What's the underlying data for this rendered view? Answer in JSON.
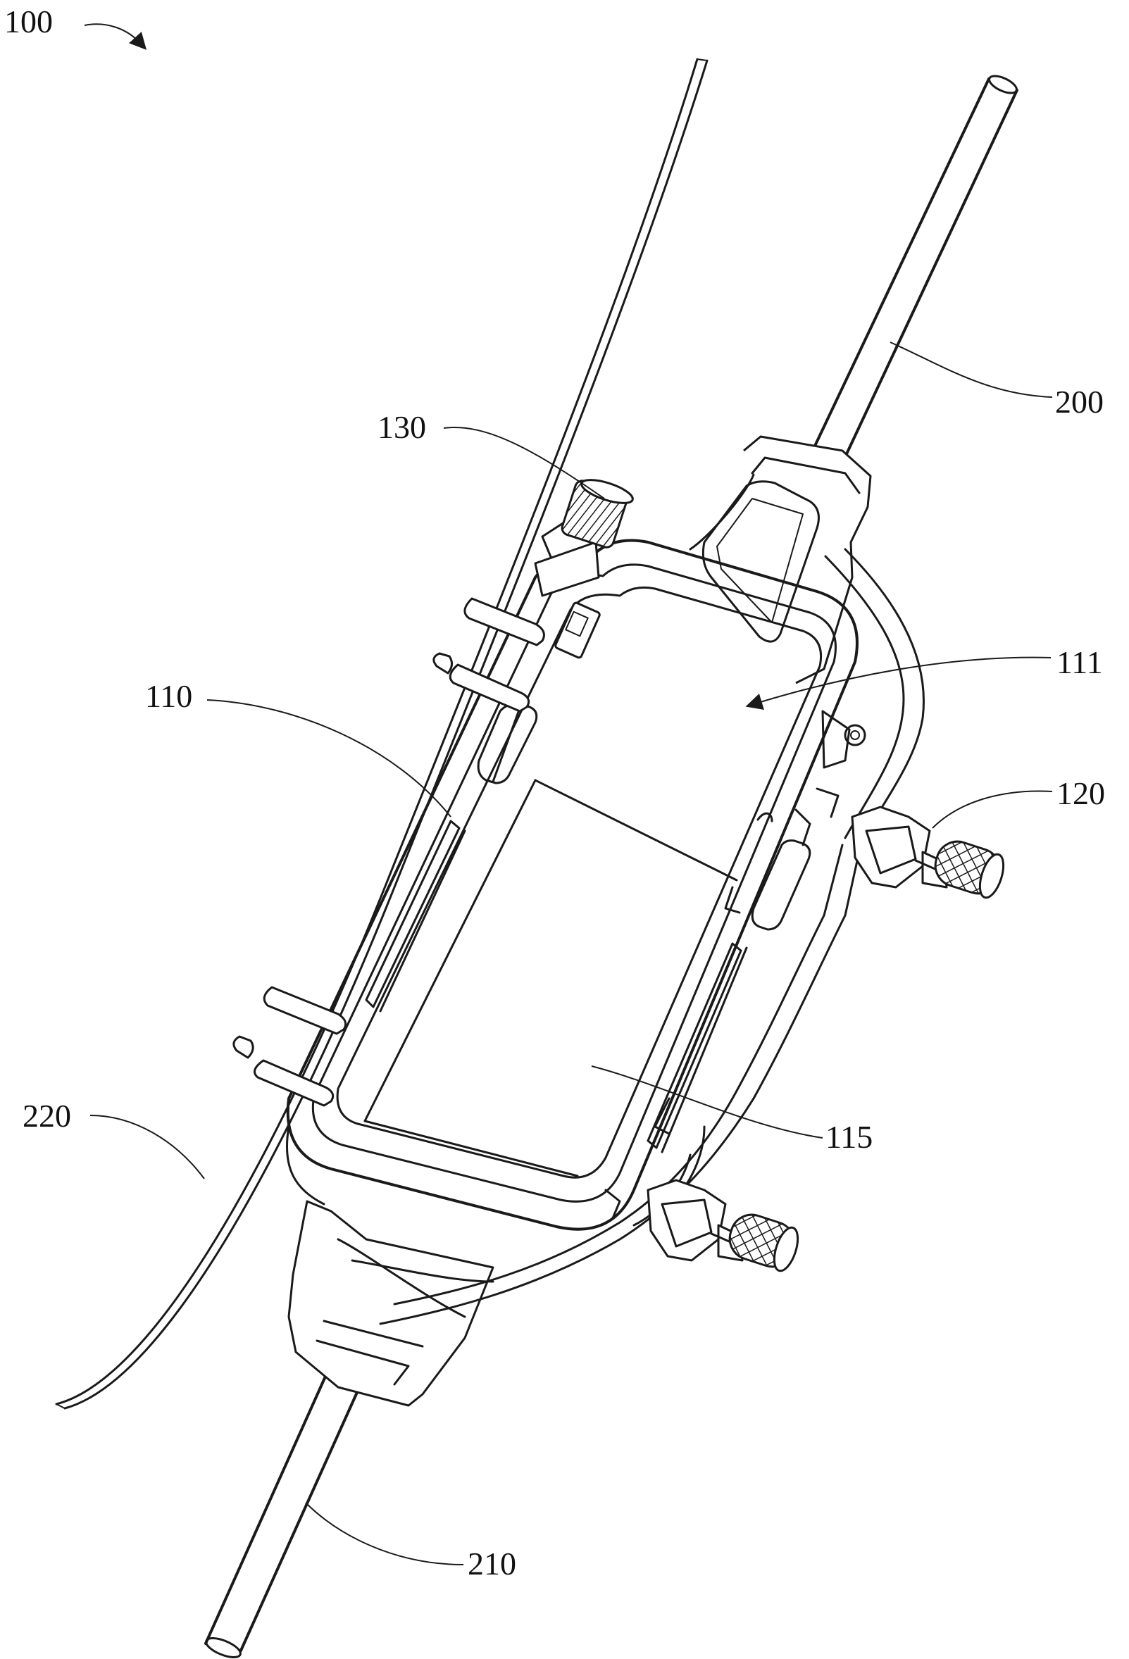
{
  "figure": {
    "labels": {
      "assembly": "100",
      "rod_upper": "200",
      "rod_lower": "210",
      "wire": "220",
      "frame": "110",
      "cavity": "111",
      "clamp": "120",
      "knob_top": "130",
      "screen": "115"
    }
  },
  "colors": {
    "ink": "#1a1a1a",
    "background": "#ffffff"
  }
}
